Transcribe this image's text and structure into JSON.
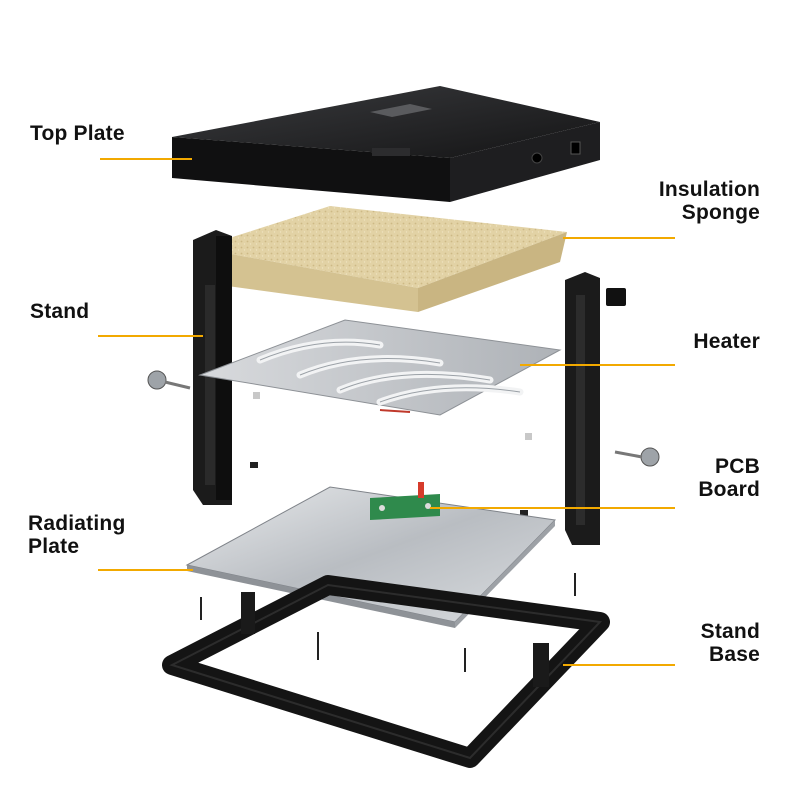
{
  "labels": {
    "top_plate": [
      "Top Plate"
    ],
    "insulation_sponge": [
      "Insulation",
      "Sponge"
    ],
    "stand": [
      "Stand"
    ],
    "heater": [
      "Heater"
    ],
    "pcb_board": [
      "PCB",
      "Board"
    ],
    "radiating_plate": [
      "Radiating",
      "Plate"
    ],
    "stand_base": [
      "Stand",
      "Base"
    ]
  },
  "colors": {
    "leader": "#f2a900",
    "top_plate": "#1c1c1e",
    "sponge": "#e3d3a6",
    "stand": "#1a1a1a",
    "heater": "#c9ccd0",
    "radiating_plate": "#b8bcc1",
    "stand_base": "#141414",
    "pcb": "#2f8a4c"
  }
}
